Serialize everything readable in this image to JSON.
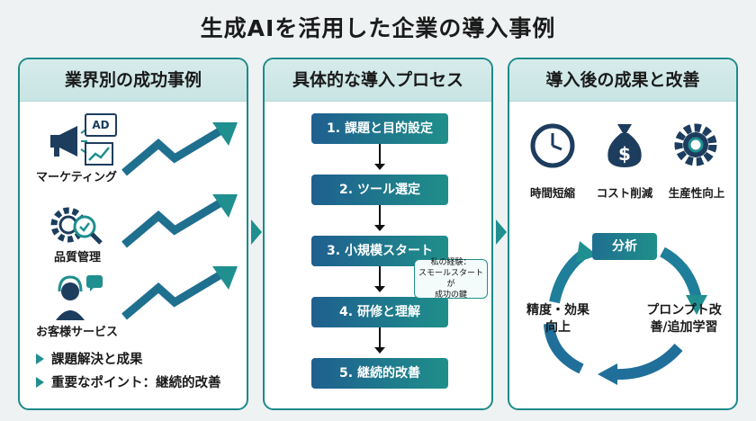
{
  "title": "生成AIを活用した企業の導入事例",
  "panels": {
    "left": {
      "heading": "業界別の成功事例",
      "cases": [
        {
          "label": "マーケティング",
          "badge": "AD"
        },
        {
          "label": "品質管理"
        },
        {
          "label": "お客様サービス"
        }
      ],
      "bullets": [
        "課題解決と成果",
        "重要なポイント：継続的改善"
      ]
    },
    "middle": {
      "heading": "具体的な導入プロセス",
      "steps": [
        "1. 課題と目的設定",
        "2. ツール選定",
        "3. 小規模スタート",
        "4. 研修と理解",
        "5. 継続的改善"
      ],
      "callout": [
        "私の経験：",
        "スモールスタートが",
        "成功の鍵"
      ]
    },
    "right": {
      "heading": "導入後の成果と改善",
      "results": [
        {
          "label": "時間短縮",
          "icon": "clock-icon"
        },
        {
          "label": "コスト削減",
          "icon": "money-bag-icon"
        },
        {
          "label": "生産性向上",
          "icon": "gear-icon"
        }
      ],
      "cycle": {
        "top": "分析",
        "right": [
          "プロンプト改",
          "善/追加学習"
        ],
        "left": [
          "精度・効果",
          "向上"
        ]
      }
    }
  },
  "colors": {
    "accent": "#1f8f8f",
    "accent_dark": "#1f5f8f",
    "border": "#1d8a8a"
  }
}
